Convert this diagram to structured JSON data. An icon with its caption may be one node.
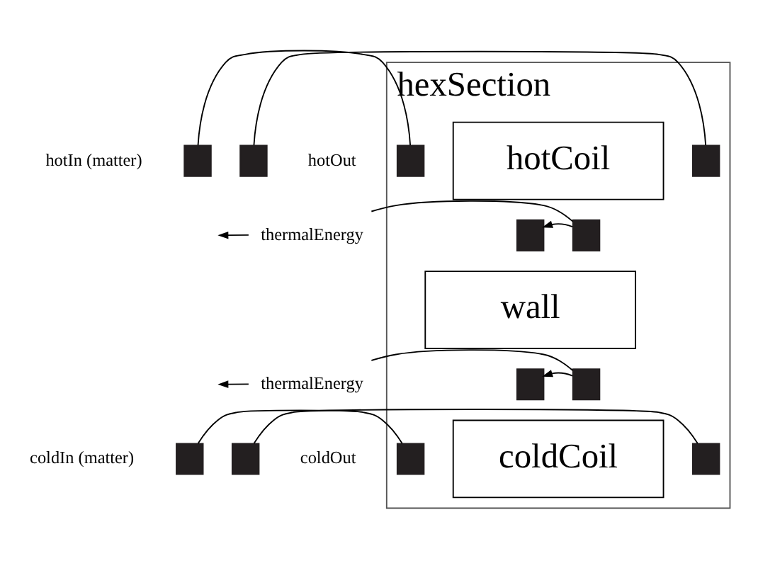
{
  "diagram": {
    "nodes": [
      {
        "text": [
          "hexSection"
        ]
      },
      {
        "text": [],
        "shape": "box",
        "beside": [
          "hotIn (matter)"
        ]
      },
      {
        "text": [],
        "shape": "box",
        "in": 0
      },
      {
        "text": [
          "hotCoil"
        ],
        "in": 0
      },
      {
        "text": [],
        "shape": "box",
        "in": 0
      },
      {
        "text": [],
        "shape": "box",
        "beside": [
          "hotOut"
        ]
      },
      {
        "text": [],
        "shape": "box",
        "in": 0
      },
      {
        "text": [],
        "shape": "box",
        "in": 0
      },
      {
        "text": [
          "thermalEnergy"
        ]
      },
      {
        "text": [
          "wall"
        ],
        "in": 0
      },
      {
        "text": [],
        "shape": "box",
        "in": 0
      },
      {
        "text": [],
        "shape": "box",
        "in": 0
      },
      {
        "text": [
          "thermalEnergy"
        ]
      },
      {
        "text": [],
        "shape": "box",
        "beside": [
          "coldIn (matter)"
        ]
      },
      {
        "text": [],
        "shape": "box",
        "in": 0
      },
      {
        "text": [
          "coldCoil"
        ],
        "in": 0
      },
      {
        "text": [],
        "shape": "box",
        "in": 0
      },
      {
        "text": [],
        "shape": "box",
        "beside": [
          "coldOut"
        ]
      }
    ],
    "edges": [
      {
        "from": 1,
        "to": 2,
        "arrow": "none"
      },
      {
        "from": 4,
        "to": 5,
        "arrow": "none"
      },
      {
        "from": 7,
        "to": 6,
        "arrow": "to"
      },
      {
        "from": 8,
        "to": 7,
        "arrow": "none"
      },
      {
        "from": 8,
        "to": null,
        "arrow": "to"
      },
      {
        "from": 11,
        "to": 10,
        "arrow": "to"
      },
      {
        "from": 12,
        "to": 11,
        "arrow": "none"
      },
      {
        "from": 12,
        "to": null,
        "arrow": "to"
      },
      {
        "from": 13,
        "to": 14,
        "arrow": "none"
      },
      {
        "from": 16,
        "to": 17,
        "arrow": "none"
      }
    ]
  }
}
